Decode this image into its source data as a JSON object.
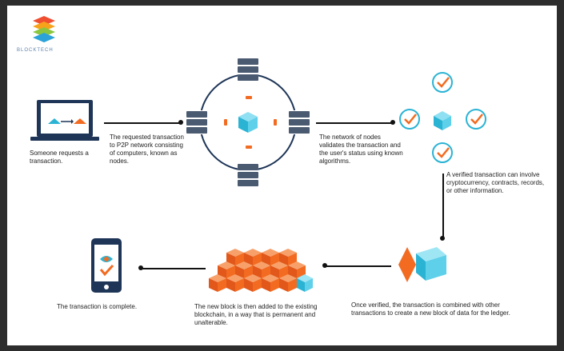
{
  "brand": {
    "name": "BLOCKTECH"
  },
  "steps": [
    {
      "text": "Someone requests a transaction."
    },
    {
      "text": "The requested transaction to P2P network consisting of computers, known as nodes."
    },
    {
      "text": "The network of nodes validates the transaction and the user's status using known algorithms."
    },
    {
      "text": "A verified transaction can involve cryptocurrency, contracts, records, or other information."
    },
    {
      "text": "Once verified, the transaction is combined with other transactions to create a new block of data for the ledger."
    },
    {
      "text": "The new block is then added to the existing blockchain, in a way that is permanent and unalterable."
    },
    {
      "text": "The transaction is complete."
    }
  ],
  "colors": {
    "navy": "#1e3557",
    "teal": "#2bb3d4",
    "orange": "#f26b21",
    "light_blue": "#5fd0ea",
    "server_gray": "#4a5a70"
  },
  "icons": [
    "laptop-icon",
    "server-icon",
    "cube-icon",
    "checkmark-icon",
    "blockchain-icon",
    "phone-icon",
    "logo-icon"
  ]
}
